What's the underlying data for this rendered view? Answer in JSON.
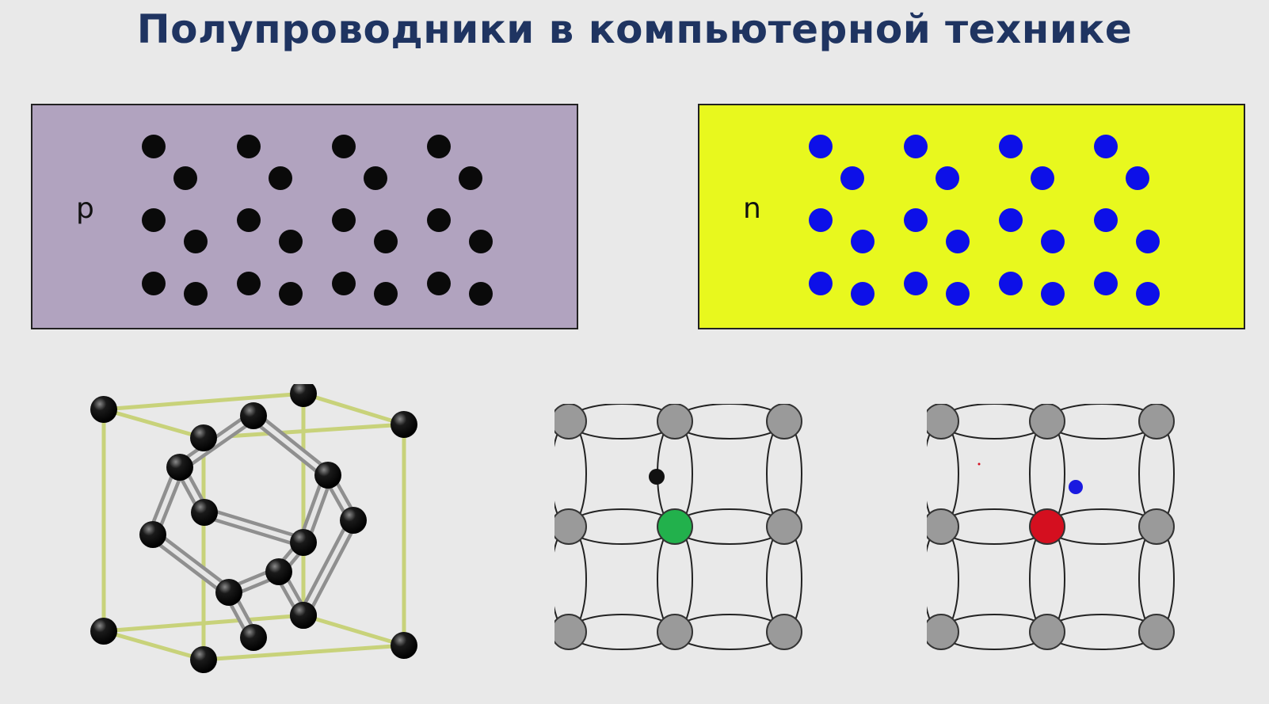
{
  "title": "Полупроводники в компьютерной технике",
  "p_panel": {
    "label": "p",
    "background": "#b1a3bf",
    "dot_color": "#0a0a0a"
  },
  "n_panel": {
    "label": "n",
    "background": "#e8f81e",
    "dot_color": "#0d10e8"
  },
  "lattice_left": {
    "center_atom_color": "#22b14c",
    "extra_particle_color": "#111111"
  },
  "lattice_right": {
    "center_atom_color": "#d40f1f",
    "extra_particle_color": "#1a1ae0"
  },
  "atom_color": "#9a9a9a"
}
